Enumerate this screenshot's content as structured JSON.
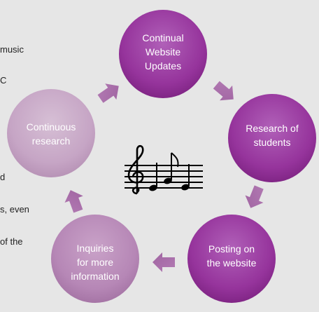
{
  "background_text": [
    "music",
    "C",
    "d",
    "s, even",
    "of the"
  ],
  "diagram": {
    "type": "cycle",
    "center_icon": "music-notes-icon",
    "nodes": [
      {
        "lines": [
          "Continual",
          "Website",
          "Updates"
        ]
      },
      {
        "lines": [
          "Research of",
          "students"
        ]
      },
      {
        "lines": [
          "Posting on",
          "the website"
        ]
      },
      {
        "lines": [
          "Inquiries",
          "for more",
          "information"
        ]
      },
      {
        "lines": [
          "Continuous",
          "research"
        ]
      }
    ]
  }
}
